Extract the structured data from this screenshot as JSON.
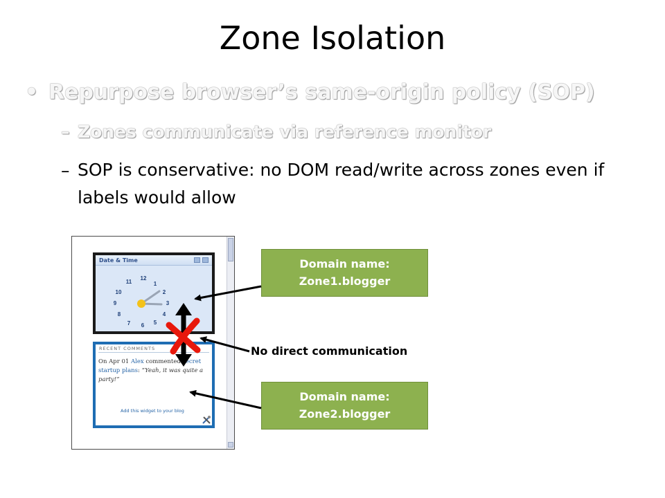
{
  "slide": {
    "title": "Zone Isolation",
    "bullets": [
      {
        "marker": "•",
        "text": "Repurpose browser’s same-origin policy (SOP)"
      },
      {
        "marker": "–",
        "text": "Zones communicate via reference monitor"
      },
      {
        "marker": "–",
        "text": "SOP is conservative: no DOM read/write across zones even if labels would allow"
      }
    ]
  },
  "clock_widget": {
    "title": "Date & Time",
    "numbers": [
      "12",
      "1",
      "2",
      "3",
      "4",
      "5",
      "6",
      "7",
      "8",
      "9",
      "10",
      "11"
    ]
  },
  "comments_widget": {
    "header": "RECENT COMMENTS",
    "date": "On Apr 01",
    "author": "Alex",
    "verb": "commented",
    "post": "secret startup plans",
    "quote": "“Yeah, it was quite a party!”",
    "add_link": "Add this widget to your blog"
  },
  "callouts": {
    "zone1": {
      "label": "Domain name:",
      "value": "Zone1.blogger"
    },
    "zone2": {
      "label": "Domain name:",
      "value": "Zone2.blogger"
    }
  },
  "no_communication_label": "No direct communication",
  "colors": {
    "callout_fill": "#8db14f",
    "blocked_mark": "#e8180c",
    "zone2_border": "#1e6db3"
  }
}
